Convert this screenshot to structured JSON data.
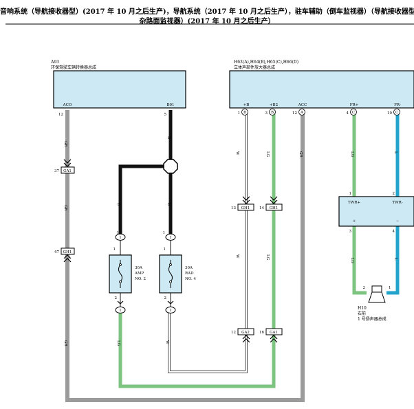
{
  "header": {
    "line1": "音响系统（导航接收器型）(2017 年 10 月之后生产)，导航系统（2017 年 10 月之后生产），驻车辅助（倒车监视器）（导航接收器型）/",
    "line2": "杂路面监视器）(2017 年 10 月之后生产）"
  },
  "components": {
    "a93": {
      "code": "A93",
      "name": "环保驾驶车辆转换器总成",
      "pin_acc": "ACO",
      "pin_b01": "B01"
    },
    "h63": {
      "code": "H63(A),H64(B),H65(C),H66(D)",
      "name": "立体声部件放大器总成",
      "pin_b": "+B",
      "pin_b2": "+B2",
      "pin_acc": "ACC",
      "pin_frp": "FR+",
      "pin_frm": "FR-"
    },
    "twr": {
      "pos": "TWR+",
      "neg": "TWR-",
      "plus": "+",
      "minus": "−",
      "pin1": "1",
      "pin2": "2",
      "pin3": "3",
      "pin4": "4"
    },
    "h10": {
      "code": "H10",
      "loc": "右前",
      "name": "1 号扬声器总成",
      "pin2": "2",
      "pin1": "1"
    },
    "fuse_amp": {
      "rating": "30A",
      "name": "AMP",
      "no": "NO. 2"
    },
    "fuse_rad": {
      "rating": "30A",
      "name": "RAD",
      "no": "NO. 4"
    }
  },
  "pins": {
    "a93_acc": "12",
    "a93_b01": "5",
    "h_b_num": "1",
    "h_b_let": "B",
    "h_b2_num": "3",
    "h_b2_let": "B",
    "h_acc_num": "12",
    "h_acc_let": "A",
    "h_frp_num": "4",
    "h_frp_let": "C",
    "h_frm_num": "10",
    "h_frm_let": "C",
    "fuse_amp_top": "1",
    "fuse_amp_bot": "2",
    "fuse_rad_top": "1",
    "fuse_rad_bot": "2",
    "conn_l": "1"
  },
  "connectors": {
    "ga1_top": {
      "num": "37",
      "label": "GA1"
    },
    "gh1_left": {
      "num": "47",
      "label": "GH1"
    },
    "gh1_a": {
      "num": "13",
      "label": "GH1"
    },
    "gh1_b": {
      "num": "14",
      "label": "GH1"
    },
    "ga2": {
      "num": "12",
      "label": "GA2"
    },
    "ga1_bot": {
      "num": "16",
      "label": "GA1"
    }
  },
  "wire_labels": {
    "gr": "GR",
    "b": "B",
    "w": "W",
    "lg": "LG",
    "l": "L"
  },
  "colors": {
    "box_fill": "#cdeaf4",
    "wire_gray": "#9b9b9b",
    "wire_black": "#111111",
    "wire_green": "#7cc47f",
    "wire_blue": "#23a4cc",
    "wire_white_outline": "#555555"
  }
}
